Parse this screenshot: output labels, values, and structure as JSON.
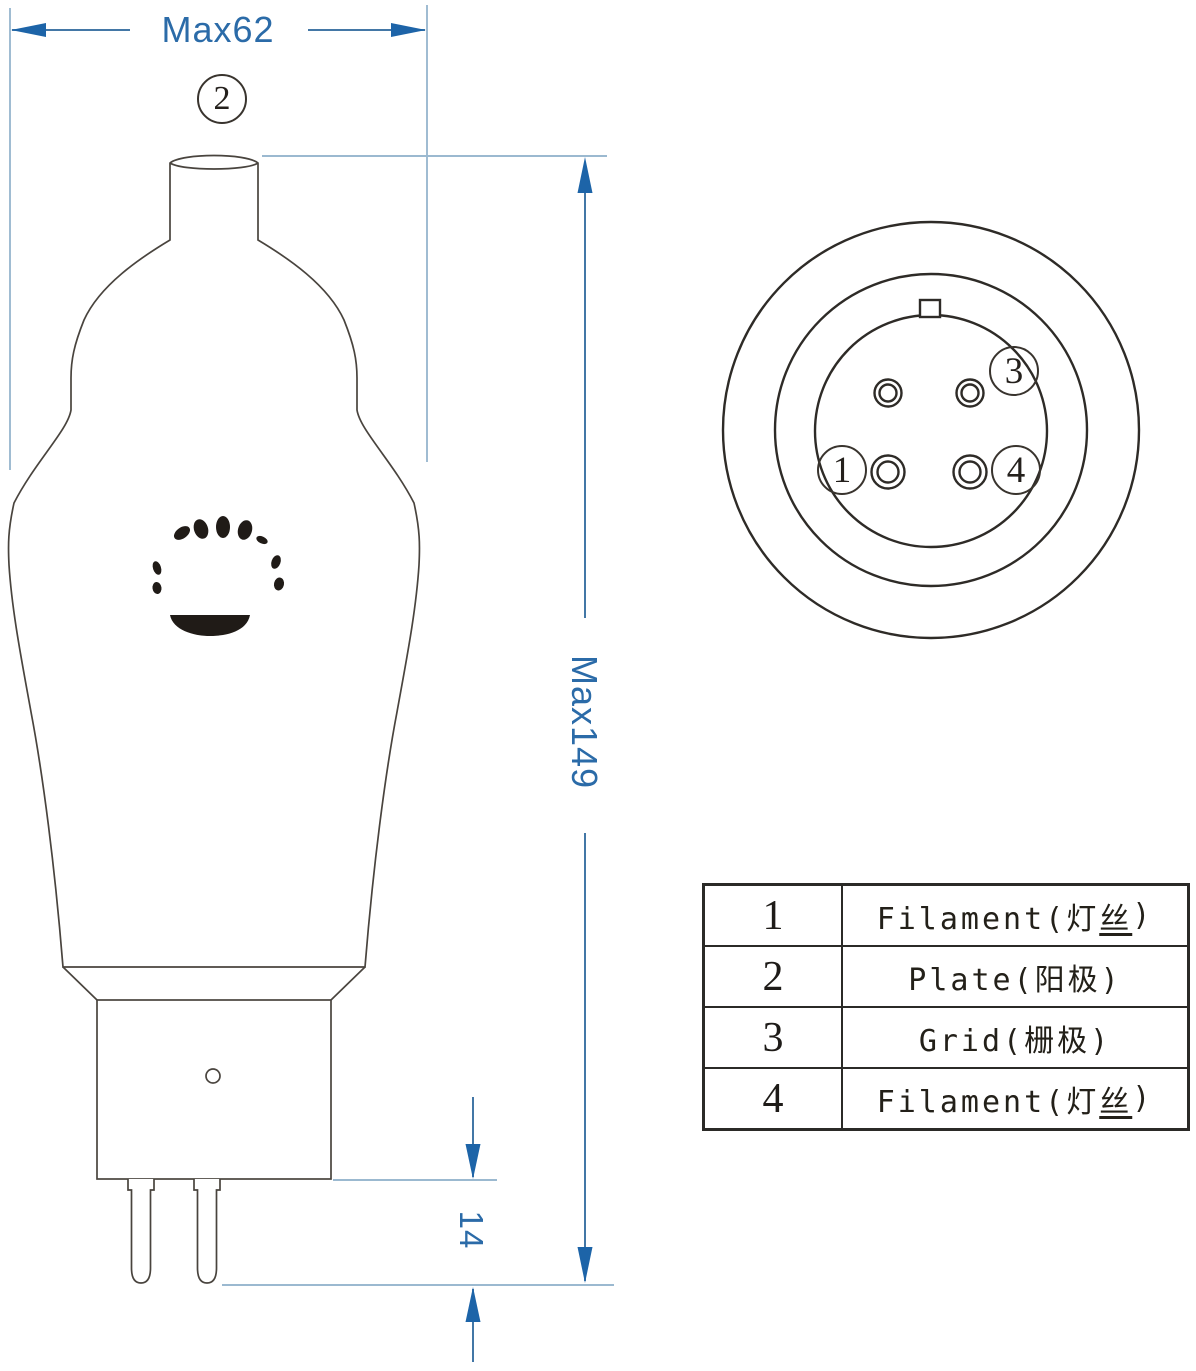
{
  "drawing": {
    "title_hint": "vacuum tube outline drawing with base pin view",
    "dimensions": {
      "width_label": "Max62",
      "height_label": "Max149",
      "pin_length_label": "14"
    },
    "callouts": {
      "plate_top": "2",
      "socket_filament_left": "1",
      "socket_grid": "3",
      "socket_filament_right": "4"
    },
    "colors": {
      "dimension_text_blue": "#2b6ba8",
      "dimension_line_blue": "#4377a6",
      "arrow_blue": "#1d64a8",
      "extension_line_blue": "#9bb9d0",
      "drawing_line_dark": "#2e2b27"
    }
  },
  "pinout_table": {
    "rows": [
      {
        "num": "1",
        "label_prefix": "Filament(灯",
        "label_underline": "丝",
        "label_suffix": ")"
      },
      {
        "num": "2",
        "label_prefix": "Plate(阳极)",
        "label_underline": "",
        "label_suffix": ""
      },
      {
        "num": "3",
        "label_prefix": "Grid(栅极)",
        "label_underline": "",
        "label_suffix": ""
      },
      {
        "num": "4",
        "label_prefix": "Filament(灯",
        "label_underline": "丝",
        "label_suffix": ")"
      }
    ]
  }
}
